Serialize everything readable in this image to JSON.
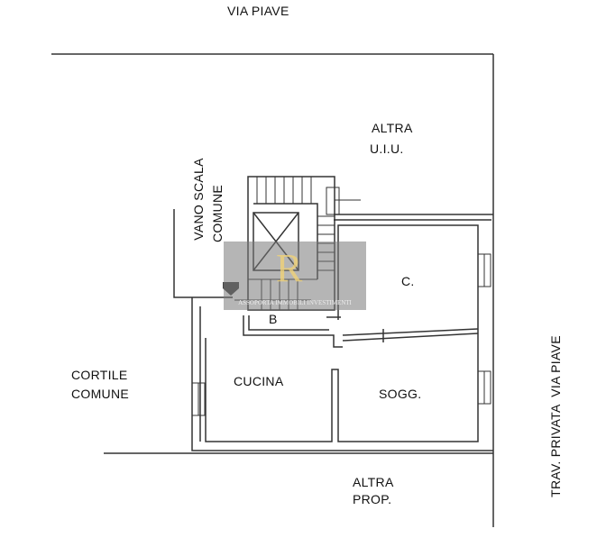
{
  "plan": {
    "street_top": "VIA PIAVE",
    "other_unit": [
      "ALTRA",
      "U.I.U."
    ],
    "stairwell": [
      "VANO SCALA",
      "COMUNE"
    ],
    "courtyard": [
      "CORTILE",
      "COMUNE"
    ],
    "rooms": {
      "c": "C.",
      "b": "B",
      "kitchen": "CUCINA",
      "living": "SOGG."
    },
    "other_property": [
      "ALTRA",
      "PROP."
    ],
    "side_street": "TRAV. PRIVATA  VIA PIAVE"
  },
  "watermark": {
    "logo": "R",
    "text": "ASSOPORTA IMMOBILI INVESTIMENTI"
  },
  "colors": {
    "line": "#333333",
    "watermark": "#808080"
  }
}
